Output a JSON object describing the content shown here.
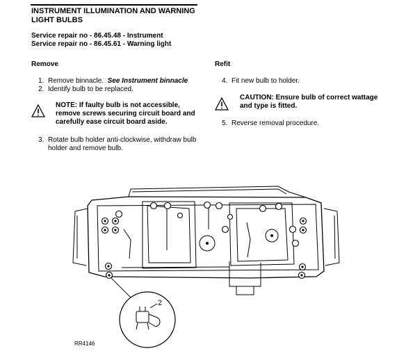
{
  "document": {
    "title_line1": "INSTRUMENT ILLUMINATION AND WARNING",
    "title_line2": "LIGHT BULBS",
    "service_repairs": [
      "Service repair no - 86.45.48 - Instrument",
      "Service repair no - 86.45.61 - Warning light"
    ]
  },
  "remove": {
    "heading": "Remove",
    "step1_num": "1.",
    "step1_text": "Remove binnacle.",
    "step1_ref": "See Instrument binnacle",
    "step2_num": "2.",
    "step2_text": "Identify bulb to be replaced.",
    "note_line1": "NOTE: If faulty bulb is not accessible,",
    "note_line2": "remove screws securing circuit board and",
    "note_line3": "carefully ease circuit board aside.",
    "step3_num": "3.",
    "step3_line1": "Rotate bulb holder anti-clockwise, withdraw bulb",
    "step3_line2": "holder and remove bulb."
  },
  "refit": {
    "heading": "Refit",
    "step4_num": "4.",
    "step4_text": "Fit new bulb to holder.",
    "caution_line1": "CAUTION: Ensure bulb of correct wattage",
    "caution_line2": "and type is fitted.",
    "step5_num": "5.",
    "step5_text": "Reverse removal procedure."
  },
  "figure": {
    "callout": "2",
    "label": "RR4146",
    "icons": [
      "warning-triangle-icon",
      "caution-triangle-icon"
    ]
  }
}
